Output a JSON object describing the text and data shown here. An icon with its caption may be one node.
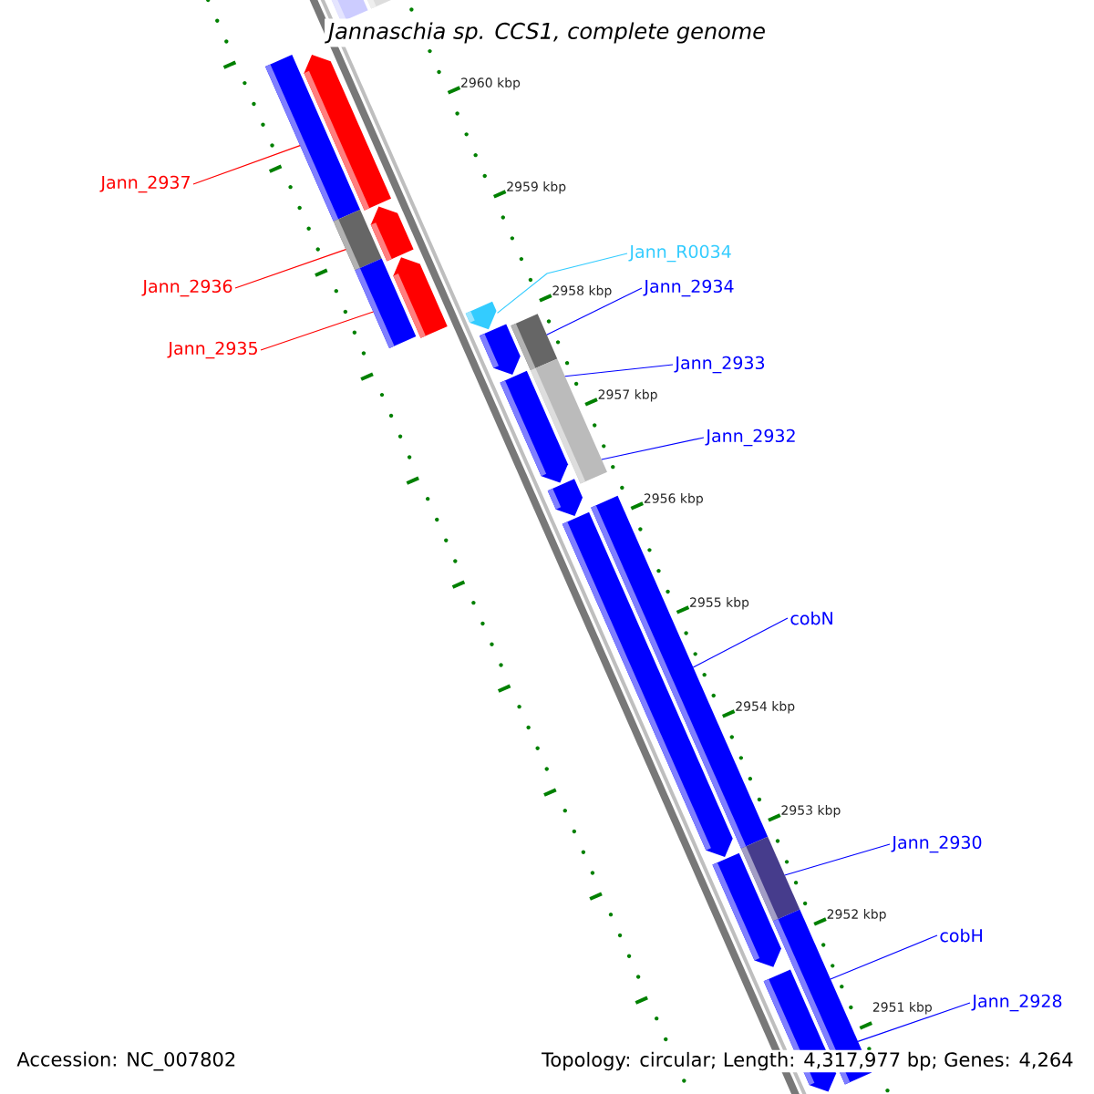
{
  "diagram": {
    "title": "Jannaschia sp. CCS1, complete genome",
    "nodes": [
      {
        "text": [
          "Jann_2937"
        ]
      },
      {
        "text": [
          "Jann_2936"
        ]
      },
      {
        "text": [
          "Jann_2935"
        ]
      },
      {
        "text": [
          "Jann_R0034"
        ]
      },
      {
        "text": [
          "Jann_2934"
        ]
      },
      {
        "text": [
          "Jann_2933"
        ]
      },
      {
        "text": [
          "Jann_2932"
        ]
      },
      {
        "text": [
          "cobN"
        ]
      },
      {
        "text": [
          "Jann_2930"
        ]
      },
      {
        "text": [
          "cobH"
        ]
      },
      {
        "text": [
          "Jann_2928"
        ]
      },
      {
        "text": [],
        "shape": "bar"
      },
      {
        "text": [],
        "shape": "bar"
      },
      {
        "text": [],
        "shape": "bar"
      },
      {
        "text": [],
        "shape": "arrow"
      },
      {
        "text": [],
        "shape": "bar"
      },
      {
        "text": [],
        "shape": "arrow"
      },
      {
        "text": [],
        "shape": "bar"
      },
      {
        "text": [],
        "shape": "arrow"
      },
      {
        "text": [],
        "shape": "arrow"
      },
      {
        "text": [],
        "shape": "arrow"
      },
      {
        "text": [],
        "shape": "bar"
      },
      {
        "text": [],
        "shape": "arrow"
      },
      {
        "text": [],
        "shape": "bar"
      },
      {
        "text": [],
        "shape": "arrow"
      },
      {
        "text": [],
        "shape": "bar"
      },
      {
        "text": [],
        "shape": "arrow"
      },
      {
        "text": [],
        "shape": "bar"
      },
      {
        "text": [],
        "shape": "arrow"
      },
      {
        "text": [],
        "shape": "bar"
      },
      {
        "text": [],
        "shape": "arrow"
      }
    ],
    "edges": [
      {
        "from": 0,
        "to": 13,
        "arrow": "none",
        "color": "#ff0000"
      },
      {
        "from": 1,
        "to": 15,
        "arrow": "none",
        "color": "#ff0000"
      },
      {
        "from": 2,
        "to": 17,
        "arrow": "none",
        "color": "#ff0000"
      },
      {
        "from": 3,
        "to": 19,
        "arrow": "none",
        "color": "#33ccff"
      },
      {
        "from": 4,
        "to": 21,
        "arrow": "none"
      },
      {
        "from": 5,
        "to": 23,
        "arrow": "none"
      },
      {
        "from": 6,
        "to": 23,
        "arrow": "none"
      },
      {
        "from": 7,
        "to": 25,
        "arrow": "none"
      },
      {
        "from": 8,
        "to": 27,
        "arrow": "none"
      },
      {
        "from": 9,
        "to": 29,
        "arrow": "none"
      },
      {
        "from": 10,
        "to": 29,
        "arrow": "none"
      }
    ],
    "labels": [
      "2960 kbp",
      "2959 kbp",
      "2958 kbp",
      "2957 kbp",
      "2956 kbp",
      "2955 kbp",
      "2954 kbp",
      "2953 kbp",
      "2952 kbp",
      "2951 kbp",
      "Accession: NC_007802",
      "Topology: circular; Length: 4,317,977 bp; Genes: 4,264"
    ]
  }
}
